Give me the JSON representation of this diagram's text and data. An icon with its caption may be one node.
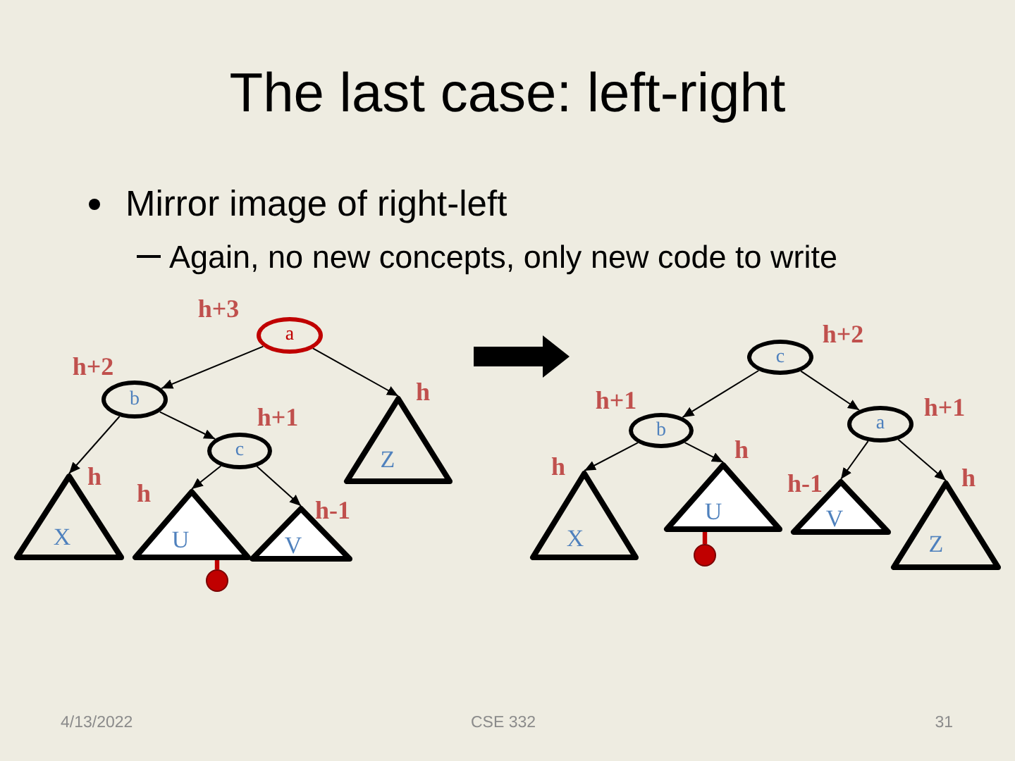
{
  "diagram": {
    "title": "The last case: left-right",
    "nodes": [
      {
        "text": [
          "a"
        ],
        "beside": [
          "h+3"
        ]
      },
      {
        "text": [
          "b"
        ],
        "beside": [
          "h+2"
        ]
      },
      {
        "text": [
          "c"
        ],
        "beside": [
          "h+1"
        ]
      },
      {
        "text": [
          "X"
        ],
        "beside": [
          "h"
        ]
      },
      {
        "text": [
          "U"
        ],
        "beside": [
          "h"
        ]
      },
      {
        "text": [
          "V"
        ],
        "beside": [
          "h-1"
        ]
      },
      {
        "text": [
          "Z"
        ],
        "beside": [
          "h"
        ]
      },
      {
        "text": [],
        "shape": "circle"
      },
      {
        "text": [
          "c"
        ],
        "beside": [
          "h+2"
        ]
      },
      {
        "text": [
          "b"
        ],
        "beside": [
          "h+1"
        ]
      },
      {
        "text": [
          "a"
        ],
        "beside": [
          "h+1"
        ]
      },
      {
        "text": [
          "X"
        ],
        "beside": [
          "h"
        ]
      },
      {
        "text": [
          "U"
        ],
        "beside": [
          "h"
        ]
      },
      {
        "text": [
          "V"
        ],
        "beside": [
          "h-1"
        ]
      },
      {
        "text": [
          "Z"
        ],
        "beside": [
          "h"
        ]
      },
      {
        "text": [],
        "shape": "circle"
      }
    ],
    "edges": [
      {
        "from": 0,
        "to": 1,
        "arrow": "to"
      },
      {
        "from": 0,
        "to": 6,
        "arrow": "to"
      },
      {
        "from": 1,
        "to": 3,
        "arrow": "to"
      },
      {
        "from": 1,
        "to": 2,
        "arrow": "to"
      },
      {
        "from": 2,
        "to": 4,
        "arrow": "to"
      },
      {
        "from": 2,
        "to": 5,
        "arrow": "to"
      },
      {
        "from": 4,
        "to": 7,
        "arrow": "none",
        "style": "thick",
        "color": "#c00000"
      },
      {
        "from": 8,
        "to": 9,
        "arrow": "to"
      },
      {
        "from": 8,
        "to": 10,
        "arrow": "to"
      },
      {
        "from": 9,
        "to": 11,
        "arrow": "to"
      },
      {
        "from": 9,
        "to": 12,
        "arrow": "to"
      },
      {
        "from": 10,
        "to": 13,
        "arrow": "to"
      },
      {
        "from": 10,
        "to": 14,
        "arrow": "to"
      },
      {
        "from": 12,
        "to": 15,
        "arrow": "none",
        "style": "thick",
        "color": "#c00000"
      }
    ],
    "labels": [
      "Mirror image of right-left",
      "Again, no new concepts, only new code to write",
      "4/13/2022",
      "CSE 332",
      "31"
    ]
  }
}
